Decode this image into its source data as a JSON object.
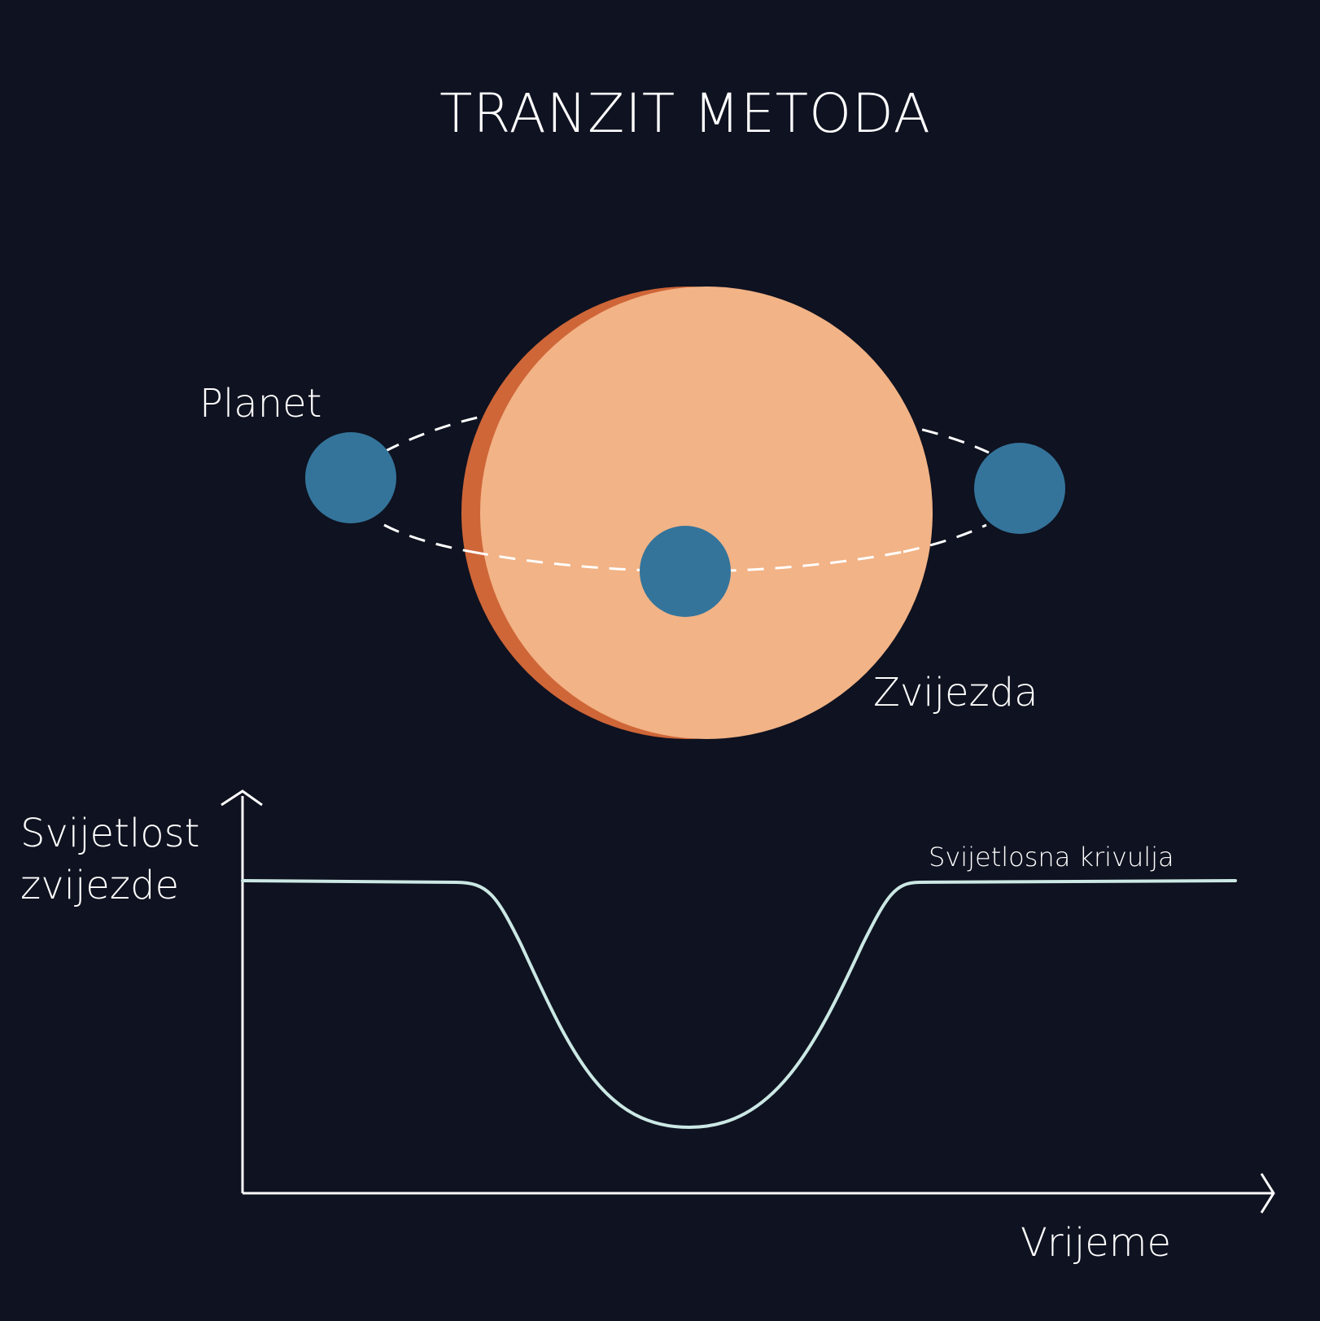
{
  "title": "TRANZIT METODA",
  "labels": {
    "planet": "Planet",
    "star": "Zvijezda",
    "y_axis_line1": "Svijetlost",
    "y_axis_line2": "zvijezde",
    "x_axis": "Vrijeme",
    "curve": "Svijetlosna krivulja"
  },
  "colors": {
    "background": "#0f1220",
    "star": "#f2b386",
    "star_edge": "#cf6638",
    "planet": "#34749b",
    "orbit": "#ffffff",
    "axis": "#ffffff",
    "curve": "#cbe8e4",
    "text": "#ffffff"
  }
}
